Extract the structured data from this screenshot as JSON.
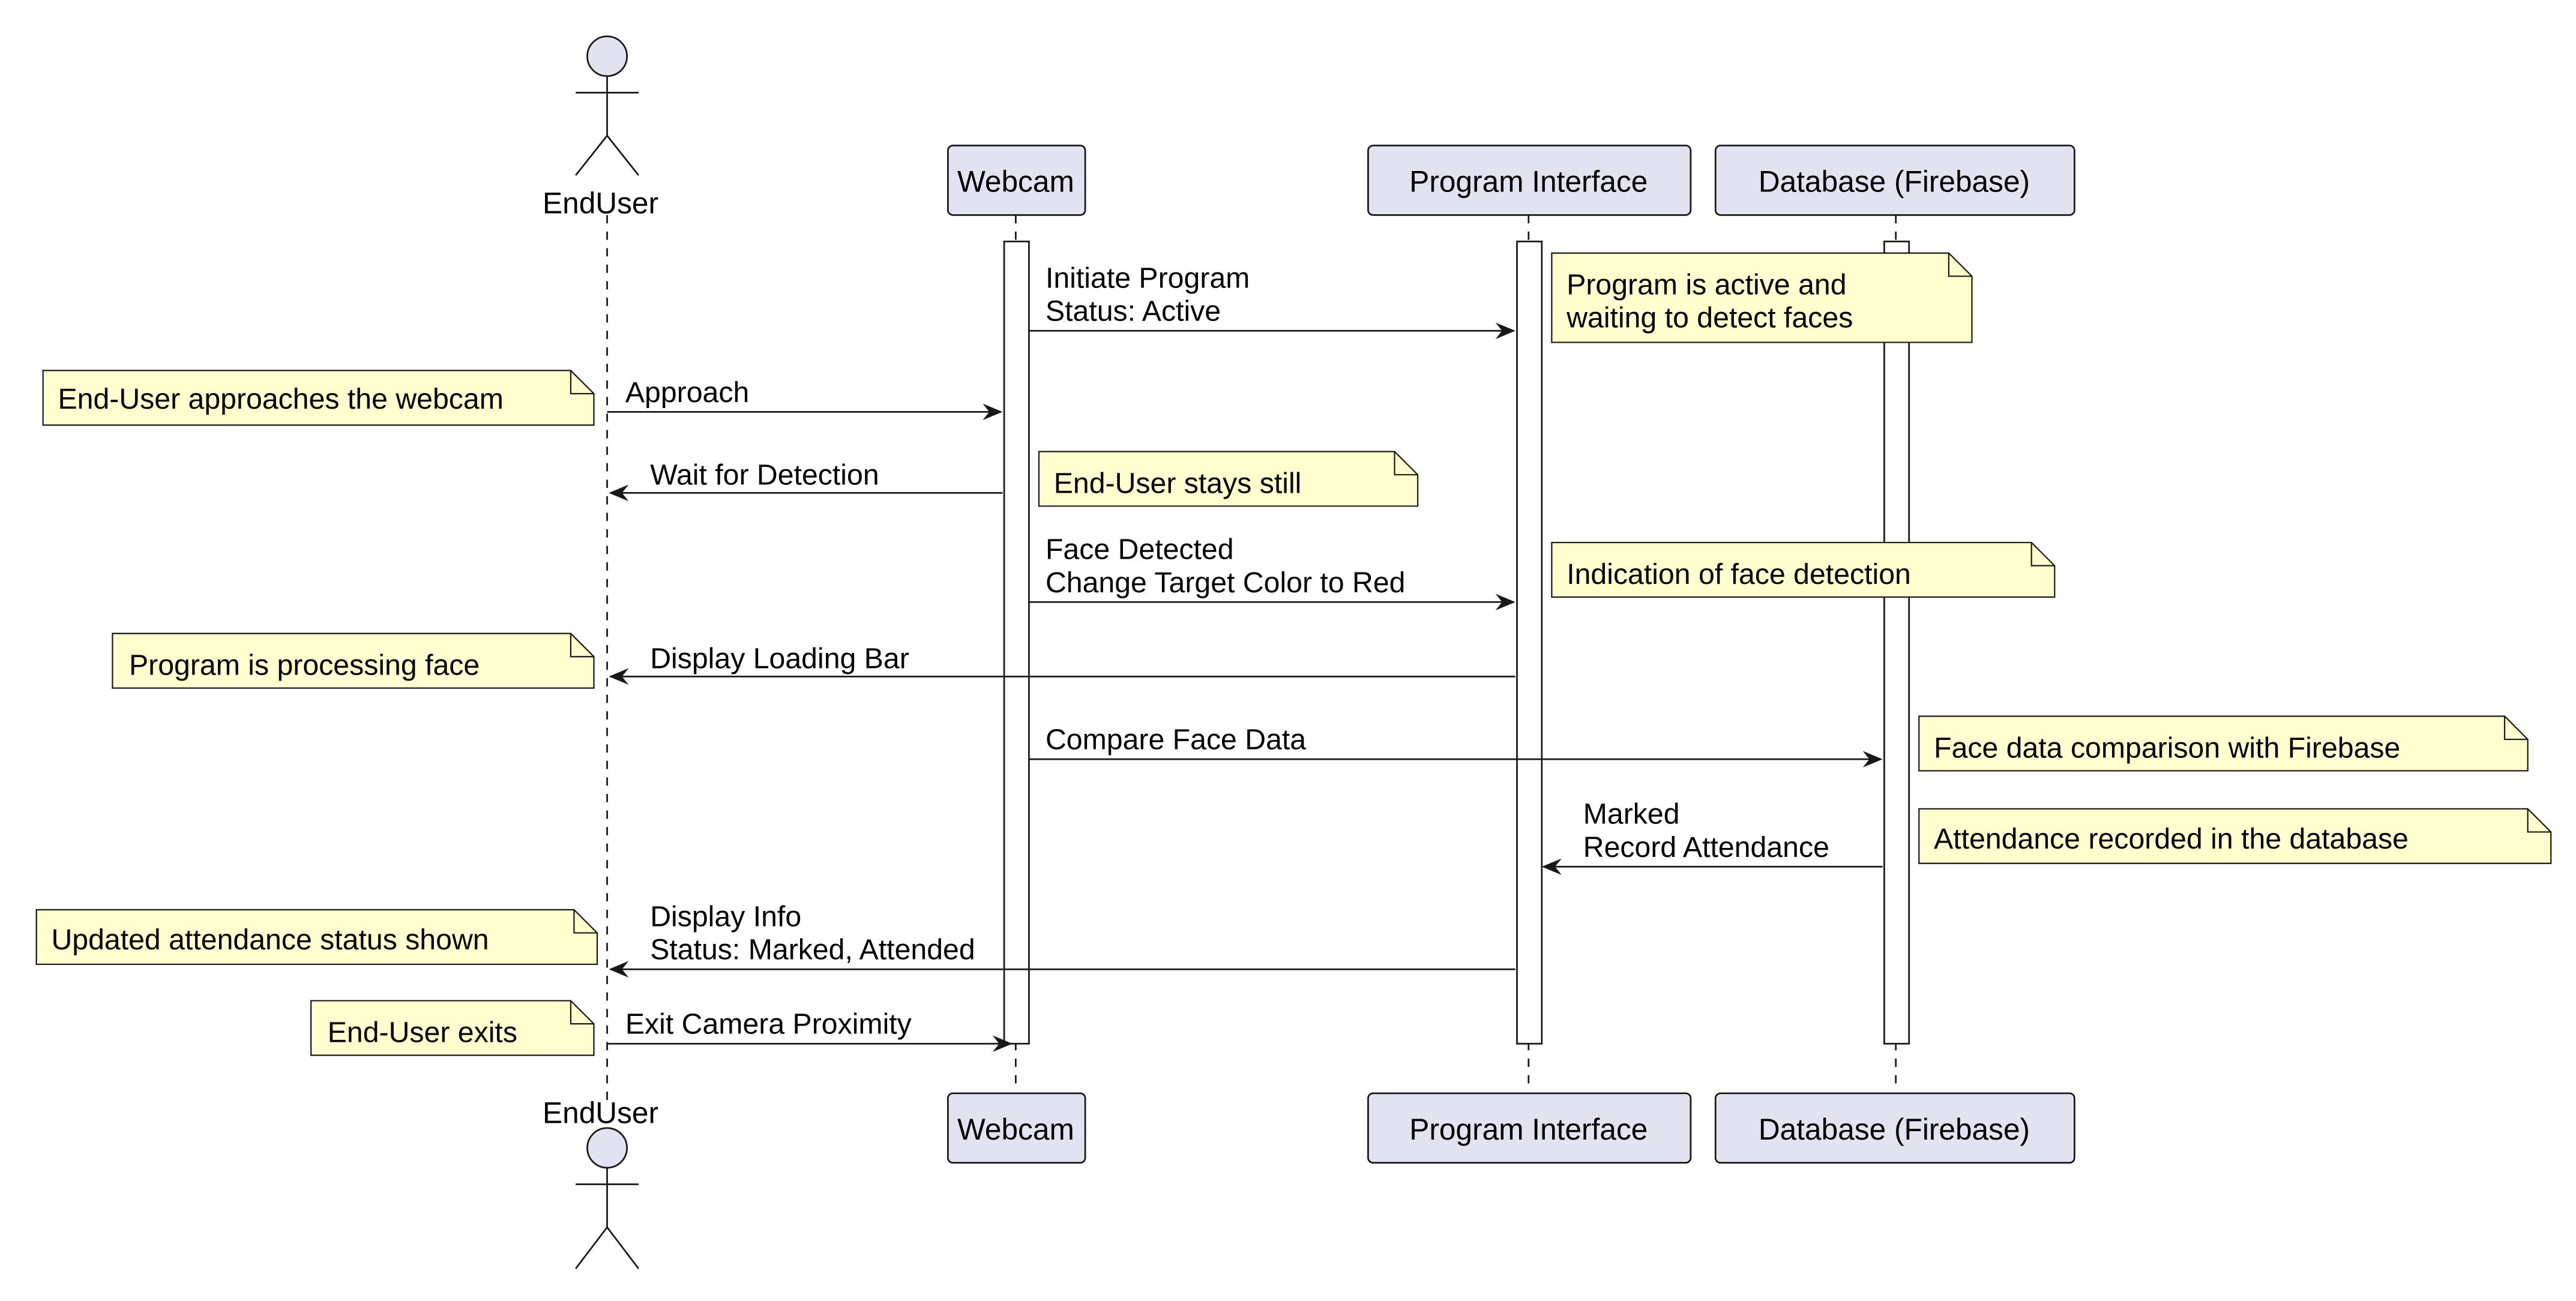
{
  "participants": {
    "enduser": "EndUser",
    "webcam": "Webcam",
    "program": "Program Interface",
    "database": "Database (Firebase)"
  },
  "messages": [
    {
      "lines": [
        "Initiate Program",
        "Status: Active"
      ]
    },
    {
      "lines": [
        "Approach"
      ]
    },
    {
      "lines": [
        "Wait for Detection"
      ]
    },
    {
      "lines": [
        "Face Detected",
        "Change Target Color to Red"
      ]
    },
    {
      "lines": [
        "Display Loading Bar"
      ]
    },
    {
      "lines": [
        "Compare Face Data"
      ]
    },
    {
      "lines": [
        "Marked",
        "Record Attendance"
      ]
    },
    {
      "lines": [
        "Display Info",
        "Status: Marked, Attended"
      ]
    },
    {
      "lines": [
        "Exit Camera Proximity"
      ]
    }
  ],
  "notes": [
    {
      "lines": [
        "Program is active and",
        "waiting to detect faces"
      ]
    },
    {
      "lines": [
        "End-User approaches the webcam"
      ]
    },
    {
      "lines": [
        "End-User stays still"
      ]
    },
    {
      "lines": [
        "Indication of face detection"
      ]
    },
    {
      "lines": [
        "Program is processing face"
      ]
    },
    {
      "lines": [
        "Face data comparison with Firebase"
      ]
    },
    {
      "lines": [
        "Attendance recorded in the database"
      ]
    },
    {
      "lines": [
        "Updated attendance status shown"
      ]
    },
    {
      "lines": [
        "End-User exits"
      ]
    }
  ],
  "colors": {
    "participant_fill": "#e2e2f0",
    "participant_stroke": "#181818",
    "note_fill": "#fefece",
    "line": "#181818"
  }
}
